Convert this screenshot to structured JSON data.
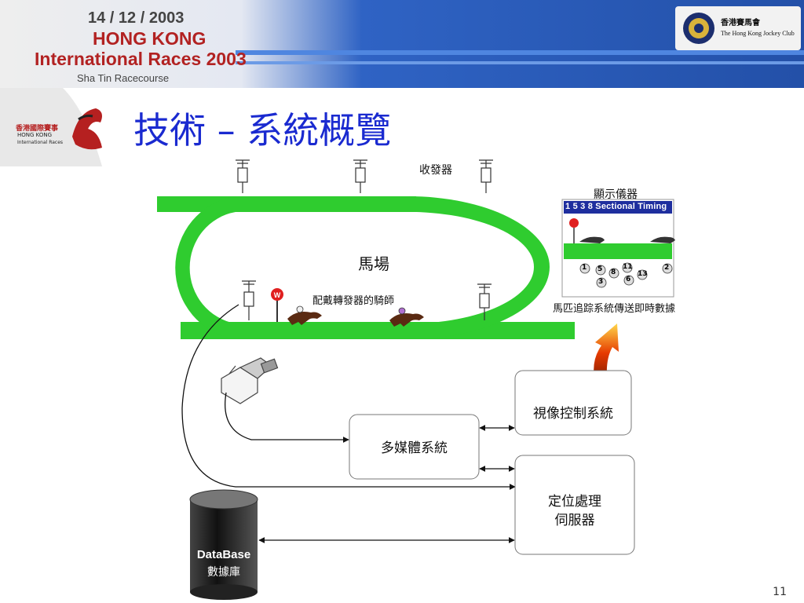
{
  "header": {
    "date": "14 / 12 / 2003",
    "event_line1": "HONG KONG",
    "event_line2": "International Races 2003",
    "venue": "Sha Tin Racecourse",
    "club_name_cn": "香港賽馬會",
    "club_name_en": "The Hong Kong Jockey Club",
    "badge_cn": "香港國際賽事",
    "badge_en1": "HONG KONG",
    "badge_en2": "International Races"
  },
  "title": "技術 – 系統概覽",
  "diagram": {
    "receivers_label": "收發器",
    "track_label": "馬場",
    "jockey_label": "配戴轉發器的騎師",
    "display_label": "顯示儀器",
    "display_timing": "1 5 3 8 Sectional Timing",
    "display_numbers": [
      "1",
      "5",
      "8",
      "11",
      "2",
      "3",
      "6",
      "13"
    ],
    "tracking_label": "馬匹追踪系統傳送即時數據",
    "video_control": "視像控制系統",
    "multimedia": "多媒體系統",
    "positioning_line1": "定位處理",
    "positioning_line2": "伺服器",
    "database_en": "DataBase",
    "database_cn": "數據庫"
  },
  "page_number": "11",
  "colors": {
    "track": "#2fcc2f",
    "title": "#1a2ad0",
    "header_blue": "#2a5bb8"
  }
}
